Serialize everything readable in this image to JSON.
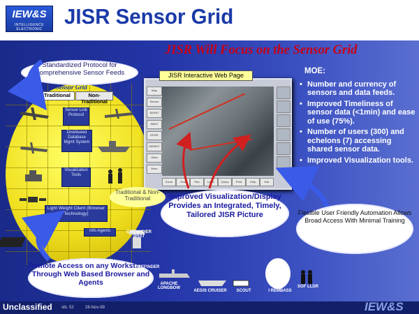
{
  "header": {
    "logo_text": "IEW&S",
    "logo_subtext": "INTELLIGENCE ELECTRONIC",
    "title": "JISR Sensor Grid",
    "subtitle": "JISR Will Focus on the Sensor Grid"
  },
  "globe": {
    "callout": "Standardized Protocol for Comprehensive Sensor Feeds",
    "grid_label": "Sensor Grid",
    "tab_traditional": "Traditional",
    "tab_nontraditional": "Non-Traditional",
    "box_slp": "Sensor Link Protocol",
    "box_ddms": "Distributed Database Mgmt System",
    "box_vt": "Visualization Tools",
    "box_lwc": "Light Weight Client (Browser Technology)",
    "box_ia": "Info Agents"
  },
  "screen": {
    "label": "JISR Interactive Web Page",
    "side_buttons": [
      "Map",
      "Sensor",
      "SIGINT",
      "IMINT",
      "OPINT",
      "MASINT",
      "Other",
      "More"
    ],
    "bottom_buttons": [
      "Zoom",
      "Grid",
      "Pan",
      "Layer",
      "Query",
      "Print",
      "Help",
      "Exit"
    ]
  },
  "moe": {
    "title": "MOE:",
    "items": [
      "Number and currency of sensors and data feeds.",
      "Improved Timeliness of sensor data (<1min) and ease of use (75%).",
      "Number of users (300) and echelons (7) accessing shared sensor data.",
      "Improved Visualization tools."
    ]
  },
  "callouts": {
    "trad": "Traditional & Non-Traditional",
    "improved": "Improved Visualization/Display Provides an Integrated, Timely, Tailored JISR Picture",
    "flexible": "Flexible User Friendly Automation Allows Broad Access With Minimal Training",
    "remote": "Remote Access on any Workstation Through Web Based Browser and Agents"
  },
  "assets": {
    "grenadier": "GRENADIER BRAT",
    "prefinder": "PREFINDER",
    "apache": "APACHE LONGBOW",
    "aegis": "AEGIS CRUISER",
    "scout": "SCOUT",
    "fremass": "I REMBASS",
    "sof": "SOF LLDR"
  },
  "footer": {
    "classification": "Unclassified",
    "slide_number": "slb. 52",
    "date": "28-Nov-99",
    "logo": "IEW&S"
  },
  "colors": {
    "title_blue": "#1a3aa8",
    "subtitle_red": "#c80014",
    "globe_yellow": "#f0e020",
    "background_blue": "#2436a8"
  }
}
